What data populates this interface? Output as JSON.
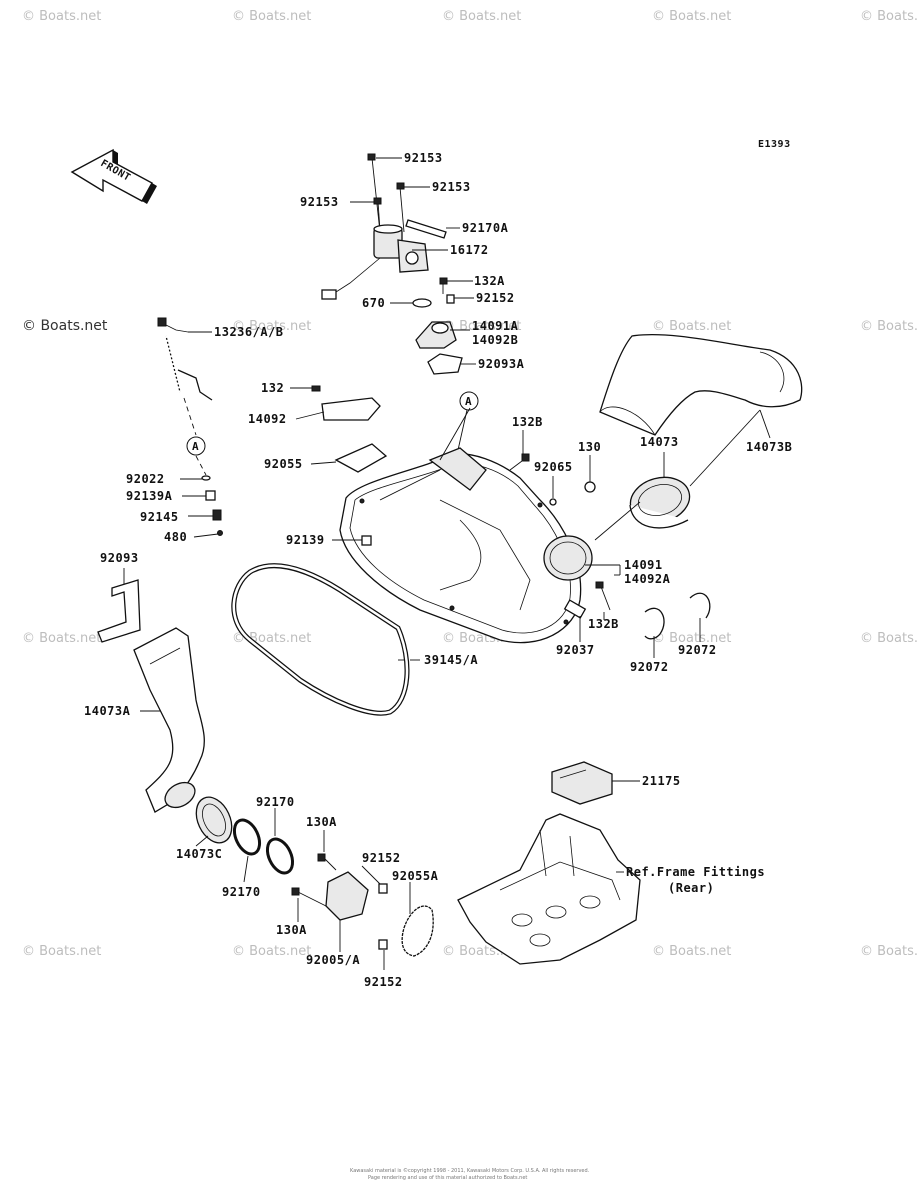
{
  "diagram_code": "E1393",
  "front_label": "FRONT",
  "watermark_text": "© Boats.net",
  "ref_marker": "A",
  "callouts": {
    "c92153a": "92153",
    "c92153b": "92153",
    "c92153c": "92153",
    "c92170A": "92170A",
    "c16172": "16172",
    "c132A": "132A",
    "c670": "670",
    "c92152a": "92152",
    "c13236": "13236/A/B",
    "c14091A": "14091A",
    "c14092B": "14092B",
    "c92093A": "92093A",
    "c132": "132",
    "c14092": "14092",
    "c14073": "14073",
    "c14073B": "14073B",
    "c132B": "132B",
    "c130": "130",
    "c92065": "92065",
    "c92055": "92055",
    "c92022": "92022",
    "c92139A": "92139A",
    "c92145": "92145",
    "c480": "480",
    "c92139": "92139",
    "c14091": "14091",
    "c14092A": "14092A",
    "c132B2": "132B",
    "c92093": "92093",
    "c92037": "92037",
    "c92072a": "92072",
    "c92072b": "92072",
    "c39145": "39145/A",
    "c14073A": "14073A",
    "c21175": "21175",
    "c92170a": "92170",
    "c130A1": "130A",
    "c92152b": "92152",
    "c92055A": "92055A",
    "c14073C": "14073C",
    "c92170b": "92170",
    "c130A2": "130A",
    "c92005": "92005/A",
    "c92152c": "92152",
    "ref_frame_1": "Ref.Frame Fittings",
    "ref_frame_2": "(Rear)"
  },
  "footer_line1": "Kawasaki material is ©copyright 1998 - 2011, Kawasaki Motors Corp. U.S.A. All rights reserved.",
  "footer_line2": "Page rendering and use of this material authorized to Boats.net"
}
